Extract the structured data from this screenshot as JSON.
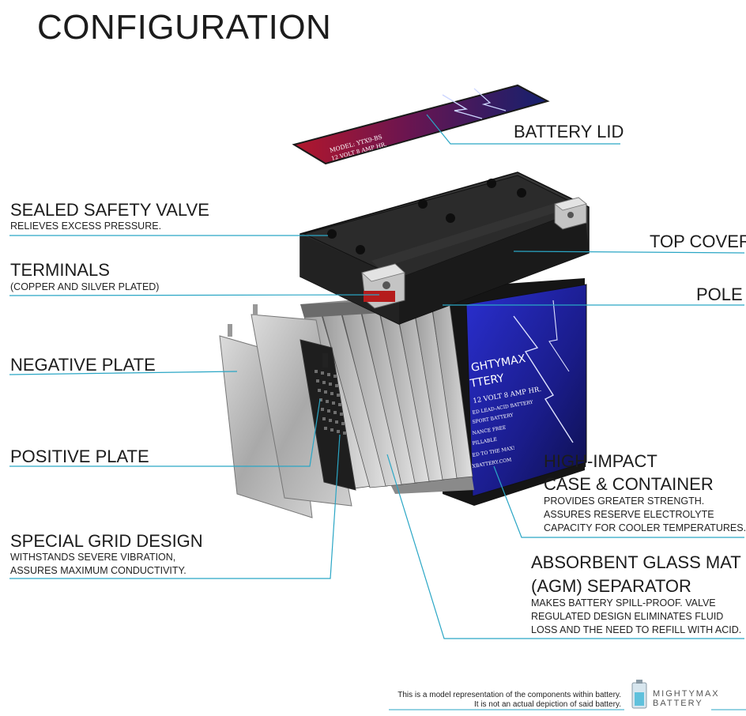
{
  "title": "CONFIGURATION",
  "battery_lid_label": {
    "model": "MODEL: YTX9-BS",
    "spec": "12 VOLT 8 AMP HR."
  },
  "case_print": {
    "brand_line1": "GHTYMAX",
    "brand_line2": "TTERY",
    "spec": "12 VOLT 8 AMP HR.",
    "lines": [
      "ED LEAD-ACID BATTERY",
      "SPORT BATTERY",
      "NANCE FREE",
      "PILLABLE",
      "ED TO THE MAX!",
      "XBATTERY.COM"
    ]
  },
  "callouts": {
    "battery_lid": {
      "title": "BATTERY LID"
    },
    "sealed_valve": {
      "title": "SEALED SAFETY VALVE",
      "desc": "RELIEVES EXCESS PRESSURE."
    },
    "top_cover": {
      "title": "TOP COVER"
    },
    "terminals": {
      "title": "TERMINALS",
      "desc": "(COPPER AND SILVER PLATED)"
    },
    "pole": {
      "title": "POLE"
    },
    "negative_plate": {
      "title": "NEGATIVE PLATE"
    },
    "positive_plate": {
      "title": "POSITIVE PLATE"
    },
    "high_impact": {
      "title1": "HIGH-IMPACT",
      "title2": "CASE & CONTAINER",
      "desc1": "PROVIDES GREATER STRENGTH.",
      "desc2": "ASSURES RESERVE ELECTROLYTE",
      "desc3": "CAPACITY FOR COOLER TEMPERATURES."
    },
    "grid_design": {
      "title": "SPECIAL GRID DESIGN",
      "desc1": "WITHSTANDS SEVERE VIBRATION,",
      "desc2": "ASSURES MAXIMUM CONDUCTIVITY."
    },
    "agm": {
      "title1": "ABSORBENT GLASS MAT",
      "title2": "(AGM) SEPARATOR",
      "desc1": "MAKES BATTERY SPILL-PROOF. VALVE",
      "desc2": "REGULATED DESIGN ELIMINATES FLUID",
      "desc3": "LOSS AND THE NEED TO REFILL WITH ACID."
    }
  },
  "disclaimer": {
    "line1": "This is a model representation of the components within battery.",
    "line2": "It is not an actual depiction of said battery."
  },
  "logo": {
    "line1": "MIGHTYMAX",
    "line2": "BATTERY"
  },
  "colors": {
    "leader_line": "#2aa6c5",
    "lid_red": "#c0182c",
    "lid_blue": "#1b2a8a",
    "case_blue": "#1a1f9a",
    "cover_dark": "#1f1f1f",
    "plate_silver": "#b9b9b9"
  }
}
